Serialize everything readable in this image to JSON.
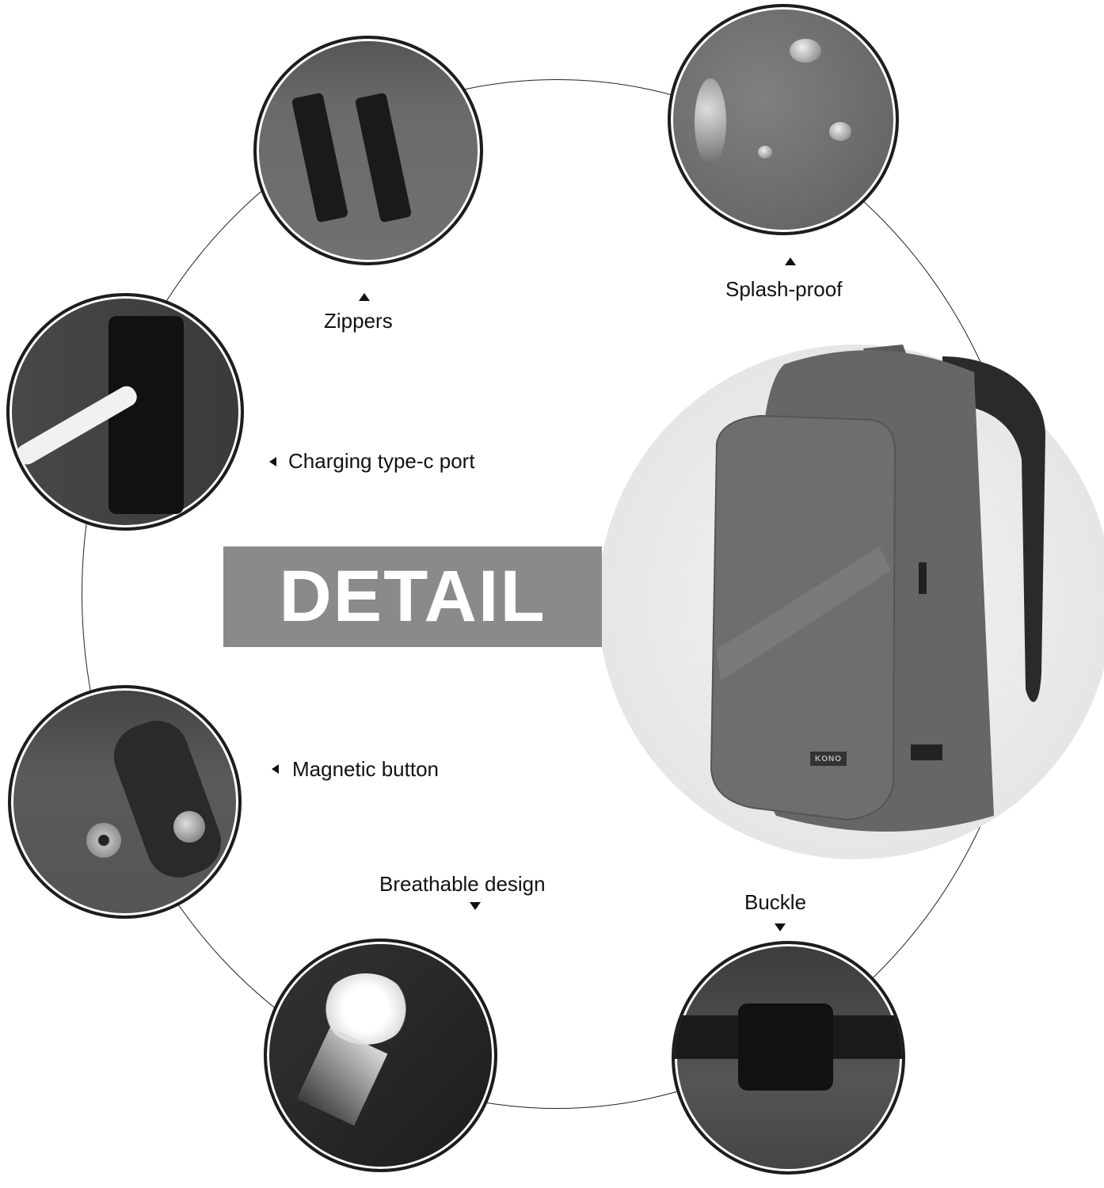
{
  "banner": {
    "title": "DETAIL"
  },
  "features": [
    {
      "label": "Zippers",
      "icon": "zipper-icon"
    },
    {
      "label": "Splash-proof",
      "icon": "water-drops-icon"
    },
    {
      "label": "Charging type-c port",
      "icon": "usb-port-icon"
    },
    {
      "label": "Magnetic button",
      "icon": "magnetic-button-icon"
    },
    {
      "label": "Breathable design",
      "icon": "mesh-icon"
    },
    {
      "label": "Buckle",
      "icon": "buckle-icon"
    }
  ],
  "product": {
    "brand_mark": "KONO",
    "color": "#6b6b6b"
  }
}
